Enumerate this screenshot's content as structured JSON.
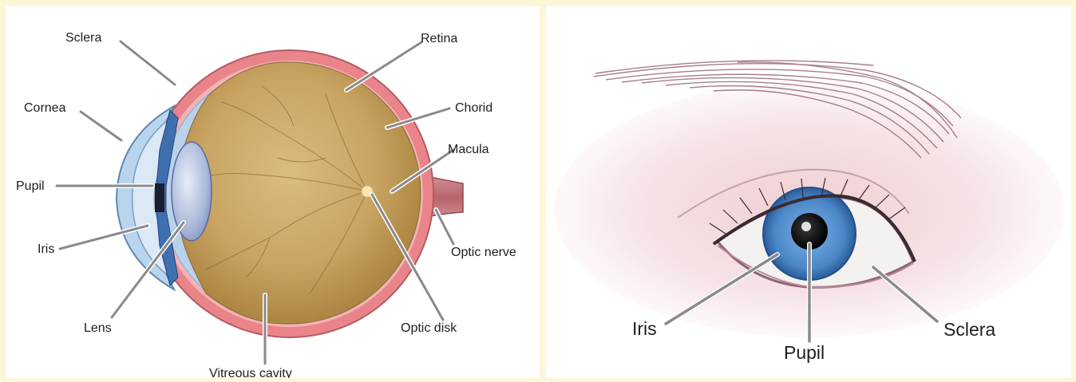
{
  "left_diagram": {
    "labels": {
      "sclera": "Sclera",
      "retina": "Retina",
      "cornea": "Cornea",
      "chorid": "Chorid",
      "macula": "Macula",
      "pupil": "Pupil",
      "iris": "Iris",
      "optic_nerve": "Optic nerve",
      "lens": "Lens",
      "optic_disk": "Optic disk",
      "vitreous_cavity": "Vitreous cavity"
    }
  },
  "right_diagram": {
    "labels": {
      "iris": "Iris",
      "pupil": "Pupil",
      "sclera": "Sclera"
    }
  },
  "colors": {
    "page_background": "#fdf6d9",
    "sclera_pink": "#e9858a",
    "vitreous_gold": "#c9a86a",
    "retina_blue": "#b9d2ea",
    "iris_blue": "#4a86c8",
    "pointer_gray": "#8a8a8a"
  }
}
